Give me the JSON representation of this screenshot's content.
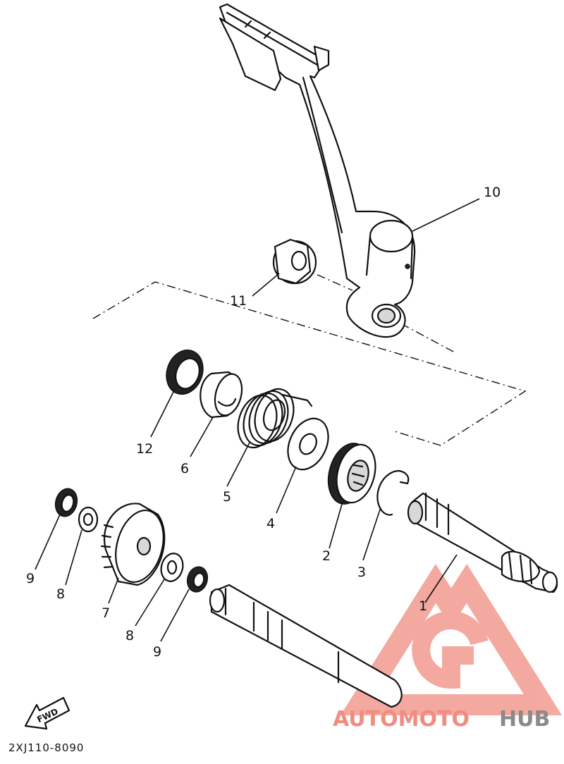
{
  "diagram": {
    "drawing_code": "2XJ110-8090",
    "fwd_label": "FWD",
    "watermark": {
      "text_main": "AUTOMOTO",
      "text_suffix": "HUB",
      "color_main": "#f08d80",
      "color_suffix": "#8a8a8a"
    },
    "callouts": [
      {
        "id": "c1",
        "label": "1"
      },
      {
        "id": "c2",
        "label": "2"
      },
      {
        "id": "c3",
        "label": "3"
      },
      {
        "id": "c4",
        "label": "4"
      },
      {
        "id": "c5",
        "label": "5"
      },
      {
        "id": "c6",
        "label": "6"
      },
      {
        "id": "c7",
        "label": "7"
      },
      {
        "id": "c8a",
        "label": "8"
      },
      {
        "id": "c8b",
        "label": "8"
      },
      {
        "id": "c9a",
        "label": "9"
      },
      {
        "id": "c9b",
        "label": "9"
      },
      {
        "id": "c10",
        "label": "10"
      },
      {
        "id": "c11",
        "label": "11"
      },
      {
        "id": "c12",
        "label": "12"
      }
    ]
  }
}
